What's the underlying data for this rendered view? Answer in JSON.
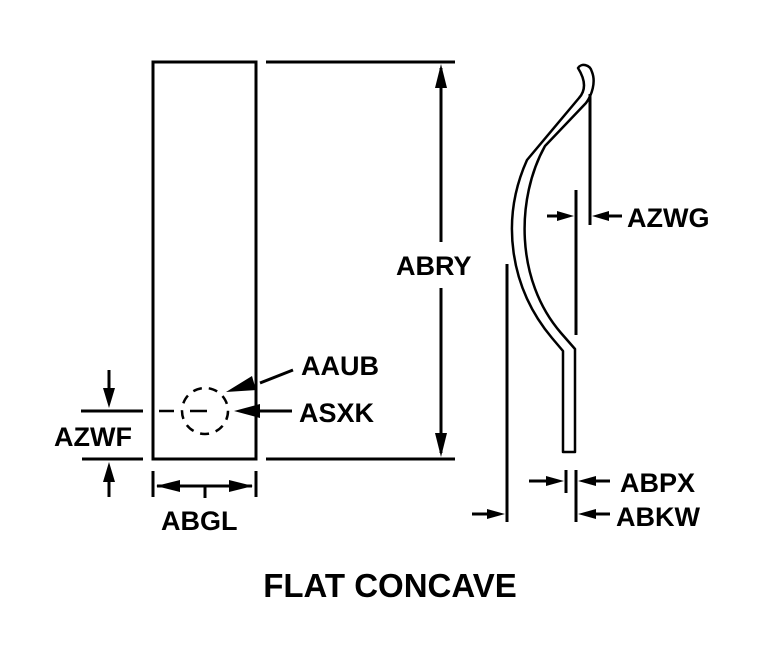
{
  "diagram": {
    "title": "FLAT CONCAVE",
    "labels": {
      "abry": "ABRY",
      "aaub": "AAUB",
      "asxk": "ASXK",
      "azwf": "AZWF",
      "abgl": "ABGL",
      "azwg": "AZWG",
      "abpx": "ABPX",
      "abkw": "ABKW"
    },
    "colors": {
      "ink": "#000000",
      "background": "#ffffff"
    }
  }
}
